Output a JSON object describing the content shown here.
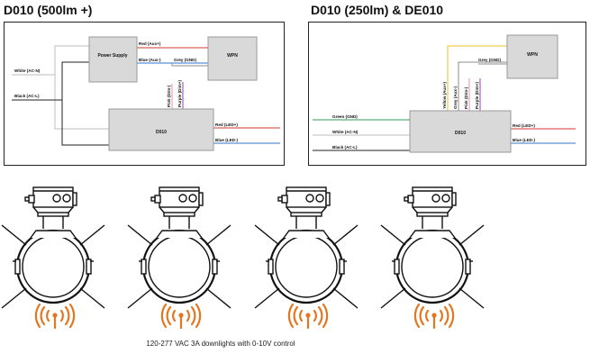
{
  "titles": {
    "left": "D010 (500lm +)",
    "right": "D010 (250lm) & DE010"
  },
  "diagram_left": {
    "boxes": {
      "power_supply": "Power Supply",
      "wpn": "WPN",
      "driver": "D010"
    },
    "wires": {
      "red_aux": "Red (Aux+)",
      "blue_aux": "Blue (Aux-)",
      "grey_gnd": "Grey (GND)",
      "white_ac_n": "White (AC-N)",
      "black_ac_l": "Black (AC-L)",
      "pink_dim": "Pink (Dim-)",
      "purple_dim": "Purple (Dim+)",
      "red_led": "Red (LED+)",
      "blue_led": "Blue (LED-)"
    }
  },
  "diagram_right": {
    "boxes": {
      "wpn": "WPN",
      "driver": "D010"
    },
    "wires": {
      "grey_gnd": "Grey (GND)",
      "green_gnd": "Green (GND)",
      "white_ac_n": "White (AC-N)",
      "black_ac_l": "Black (AC-L)",
      "yellow_aux": "Yellow (Aux+)",
      "grey_aux": "Grey (Aux-)",
      "pink_dim": "Pink (Dim-)",
      "purple_dim": "Purple (Dim+)",
      "red_led": "Red (LED+)",
      "blue_led": "Blue (LED-)"
    }
  },
  "fixtures": {
    "count": 4,
    "icon": "downlight-with-wireless-signal-icon"
  },
  "colors": {
    "red": "#d9342b",
    "blue": "#2f76c8",
    "grey": "#8c8c8c",
    "black": "#222222",
    "white_wire": "#bdbdbd",
    "pink": "#e58fb4",
    "purple": "#8e44ad",
    "yellow": "#e8c22a",
    "green": "#2e9e4f",
    "signal_orange": "#e4761f",
    "box_fill": "#d9d9d9"
  },
  "caption": "120-277 VAC 3A downlights with 0-10V control"
}
